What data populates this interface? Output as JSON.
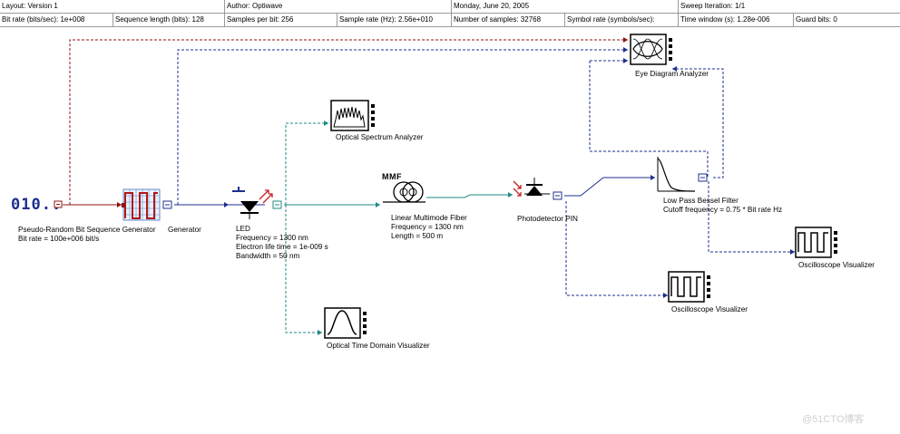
{
  "header": {
    "row1": [
      {
        "text": "Layout: Version 1"
      },
      {
        "text": "Author: Optiwave"
      },
      {
        "text": "Monday, June 20, 2005"
      },
      {
        "text": "Sweep Iteration: 1/1"
      }
    ],
    "row2": [
      {
        "text": "Bit rate (bits/sec):     1e+008"
      },
      {
        "text": "Sequence length (bits):   128"
      },
      {
        "text": "Samples per bit:    256"
      },
      {
        "text": "Sample rate (Hz):    2.56e+010"
      },
      {
        "text": "Number of samples:    32768"
      },
      {
        "text": "Symbol rate (symbols/sec):"
      },
      {
        "text": "Time window (s):    1.28e-006"
      },
      {
        "text": "Guard bits:    0"
      }
    ]
  },
  "components": {
    "prbs": {
      "name": "Pseudo-Random Bit Sequence Generator",
      "param": "Bit rate = 100e+006  bit/s",
      "glyph": "010.."
    },
    "nrz": {
      "name": "Generator"
    },
    "led": {
      "name": "LED",
      "params": [
        "Frequency = 1300  nm",
        "Electron life time = 1e-009  s",
        "Bandwidth = 50  nm"
      ]
    },
    "osa": {
      "name": "Optical Spectrum Analyzer"
    },
    "otdv": {
      "name": "Optical Time Domain Visualizer"
    },
    "mmf": {
      "name": "Linear Multimode Fiber",
      "tag": "MMF",
      "params": [
        "Frequency = 1300  nm",
        "Length = 500  m"
      ]
    },
    "pin": {
      "name": "Photodetector PIN"
    },
    "lpf": {
      "name": "Low Pass Bessel Filter",
      "param": "Cutoff frequency = 0.75 * Bit rate  Hz"
    },
    "eye": {
      "name": "Eye Diagram Analyzer"
    },
    "osc1": {
      "name": "Oscilloscope Visualizer"
    },
    "osc2": {
      "name": "Oscilloscope Visualizer"
    }
  },
  "watermark": "@51CTO博客",
  "colors": {
    "electrical": "#1c2f8f",
    "optical": "#1f8a85",
    "binary": "#8e1414"
  }
}
